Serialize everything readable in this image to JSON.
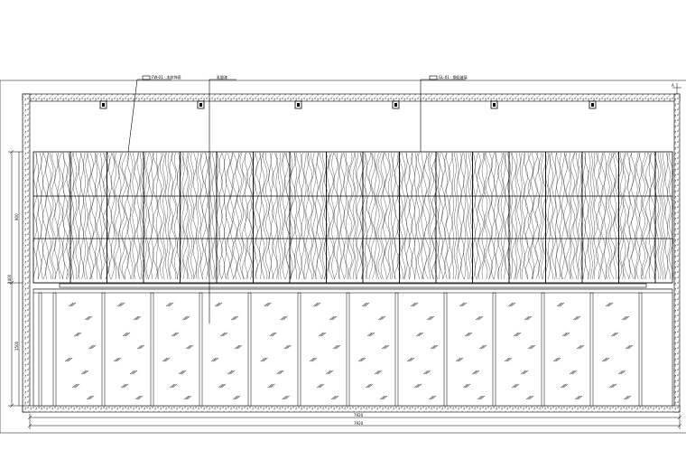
{
  "drawing": {
    "type": "interior wall elevation (CAD)",
    "callouts": [
      {
        "text": "FW-01 · 木纹饰面"
      },
      {
        "text": "乳胶漆"
      },
      {
        "text": "GL-01 · 钢化玻璃"
      }
    ],
    "left_dimensions": [
      {
        "text": "900"
      },
      {
        "text": "1500"
      },
      {
        "text": "2400"
      }
    ],
    "bottom_dimensions": [
      {
        "text": "7920"
      },
      {
        "text": "7920"
      }
    ],
    "corner_mark": "A",
    "colors": {
      "line": "#000000",
      "background": "#ffffff",
      "hatch": "#222222"
    }
  }
}
